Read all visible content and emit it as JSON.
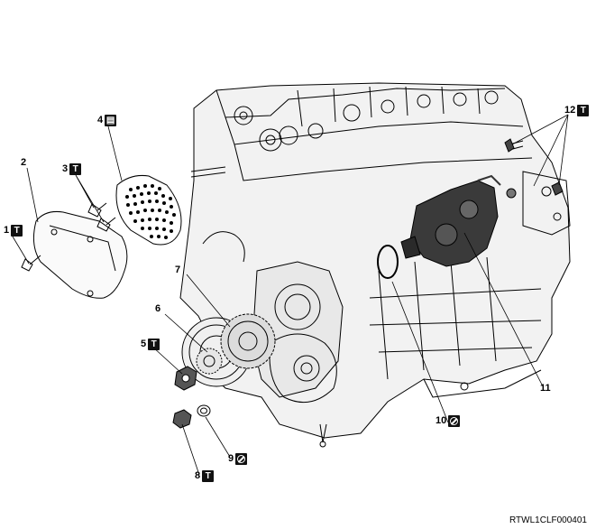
{
  "figure_code": "RTWL1CLF000401",
  "symbols": {
    "torque": "T",
    "do_not_reuse": "prohibition-symbol",
    "grease": "grease-symbol"
  },
  "callouts": [
    {
      "id": "1",
      "label": "1",
      "symbol": "T"
    },
    {
      "id": "2",
      "label": "2",
      "symbol": ""
    },
    {
      "id": "3",
      "label": "3",
      "symbol": "T"
    },
    {
      "id": "4",
      "label": "4",
      "symbol": "grease"
    },
    {
      "id": "5",
      "label": "5",
      "symbol": "T"
    },
    {
      "id": "6",
      "label": "6",
      "symbol": ""
    },
    {
      "id": "7",
      "label": "7",
      "symbol": ""
    },
    {
      "id": "8",
      "label": "8",
      "symbol": "T"
    },
    {
      "id": "9",
      "label": "9",
      "symbol": "no"
    },
    {
      "id": "10",
      "label": "10",
      "symbol": "no"
    },
    {
      "id": "11",
      "label": "11",
      "symbol": ""
    },
    {
      "id": "12",
      "label": "12",
      "symbol": "T"
    }
  ]
}
